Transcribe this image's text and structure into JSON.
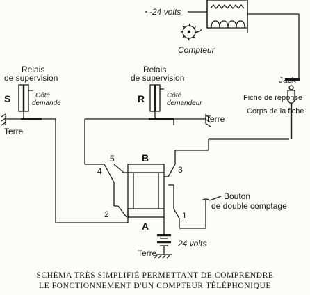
{
  "labels": {
    "battery_top": "-24 volts",
    "counter": "Compteur",
    "relay_left_line1": "Relais",
    "relay_left_line2": "de supervision",
    "relay_left_letter": "S",
    "relay_left_side1": "Côté",
    "relay_left_side2": "demande",
    "relay_right_line1": "Relais",
    "relay_right_line2": "de supervision",
    "relay_right_letter": "R",
    "relay_right_side1": "Côté",
    "relay_right_side2": "demandeur",
    "ground_left": "Terre",
    "ground_right": "Terre",
    "ground_bottom": "Terre",
    "jack": "Jack",
    "plug_answer": "Fiche de réponse",
    "plug_body": "Corps de la fiche",
    "switch_1": "1",
    "switch_2": "2",
    "switch_3": "3",
    "switch_4": "4",
    "switch_5": "5",
    "bar_top": "B",
    "bar_bottom": "A",
    "button_line1": "Bouton",
    "button_line2": "de double comptage",
    "battery_bottom": "24 volts"
  },
  "caption": {
    "line1": "SCHÉMA TRÈS SIMPLIFIÉ PERMETTANT DE COMPRENDRE",
    "line2": "LE FONCTIONNEMENT D'UN COMPTEUR TÉLÉPHONIQUE"
  }
}
